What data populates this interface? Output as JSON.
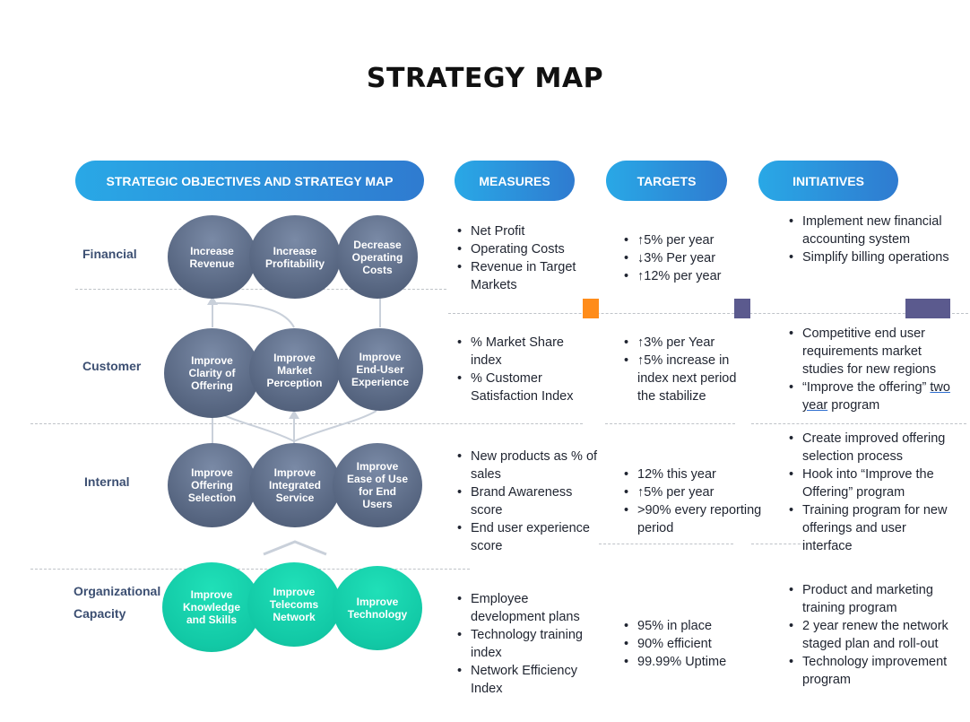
{
  "title": "STRATEGY MAP",
  "headers": {
    "objectives": "STRATEGIC OBJECTIVES AND STRATEGY MAP",
    "measures": "MEASURES",
    "targets": "TARGETS",
    "initiatives": "INITIATIVES"
  },
  "rows": {
    "financial": {
      "label": "Financial",
      "objectives": [
        "Increase\nRevenue",
        "Increase\nProfitability",
        "Decrease\nOperating\nCosts"
      ],
      "measures": [
        "Net Profit",
        "Operating Costs",
        "Revenue in Target Markets"
      ],
      "targets": [
        "↑5% per year",
        "↓3% Per year",
        "↑12% per year"
      ],
      "initiatives": [
        "Implement new financial   accounting system",
        "Simplify billing operations"
      ]
    },
    "customer": {
      "label": "Customer",
      "objectives": [
        "Improve\nClarity of\nOffering",
        "Improve\nMarket\nPerception",
        "Improve\nEnd-User\nExperience"
      ],
      "measures": [
        "% Market Share index",
        "% Customer Satisfaction Index"
      ],
      "targets": [
        "↑3% per Year",
        "↑5% increase in index next period the stabilize"
      ],
      "initiatives": [
        "Competitive end user requirements market studies for new regions"
      ],
      "initiative_quote_prefix": "“Improve the offering”",
      "initiative_quote_underlined": "two year",
      "initiative_quote_suffix": "program"
    },
    "internal": {
      "label": "Internal",
      "objectives": [
        "Improve\nOffering\nSelection",
        "Improve\nIntegrated\nService",
        "Improve\nEase of Use\nfor End\nUsers"
      ],
      "measures": [
        "New products as % of sales",
        "Brand Awareness score",
        "End user experience score"
      ],
      "targets": [
        "12% this year",
        "↑5% per year",
        ">90% every reporting period"
      ],
      "initiatives": [
        "Create improved offering selection process",
        "Hook into “Improve the Offering” program",
        "Training program for new offerings and user interface"
      ]
    },
    "organizational": {
      "label_line1": "Organizational",
      "label_line2": "Capacity",
      "objectives": [
        "Improve\nKnowledge\nand Skills",
        "Improve\nTelecoms\nNetwork",
        "Improve\nTechnology"
      ],
      "measures": [
        "Employee development plans",
        "Technology training index",
        "Network Efficiency Index"
      ],
      "targets": [
        "95% in place",
        "90% efficient",
        "99.99% Uptime"
      ],
      "initiatives": [
        "Product and marketing training program",
        "2 year renew the network staged plan and roll-out",
        "Technology improvement program"
      ]
    }
  },
  "colors": {
    "header_gradient_start": "#29a8e6",
    "header_gradient_end": "#2f7bd0",
    "grey_circle": "#566580",
    "green_circle": "#12c9a6",
    "label": "#3c4f72",
    "marker_orange": "#ff8c1a",
    "marker_purple": "#5b5a8e"
  }
}
